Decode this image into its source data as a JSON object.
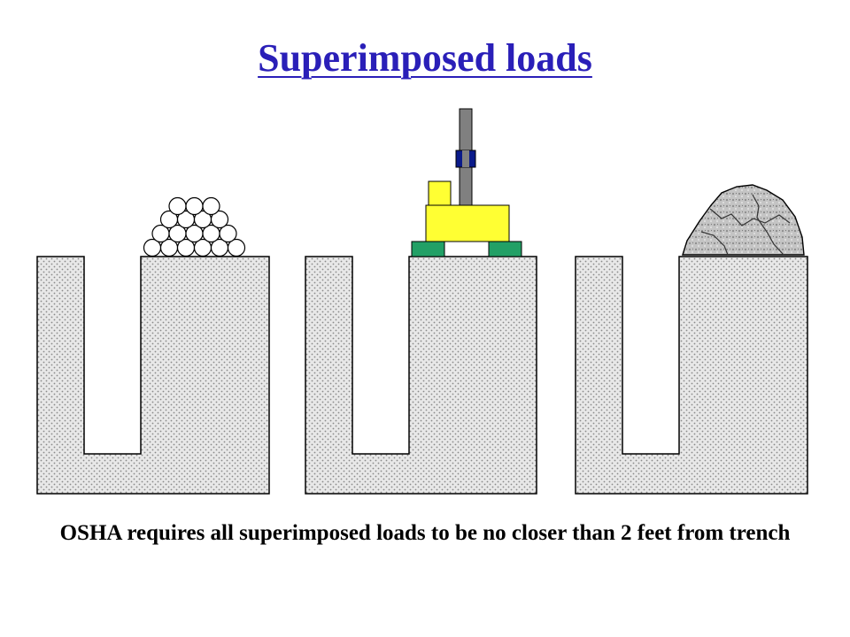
{
  "slide": {
    "title": "Superimposed loads",
    "caption": "OSHA requires all superimposed loads to be no closer than 2 feet from trench"
  },
  "colors": {
    "title": "#2a1fb8",
    "soil_fill": "#e8e8e8",
    "soil_dots": "#8a8a8a",
    "outline": "#000000",
    "pipe_fill": "#ffffff",
    "machine_body": "#ffff33",
    "machine_tracks": "#22a066",
    "boom": "#808080",
    "boom_clamp": "#0a1a8a",
    "rock_fill": "#c4c4c4",
    "rock_crack": "#333333"
  },
  "panels": [
    {
      "name": "trench-pipes",
      "load": "pipe-stack-icon"
    },
    {
      "name": "trench-machine",
      "load": "excavator-icon"
    },
    {
      "name": "trench-spoil",
      "load": "spoil-pile-icon"
    }
  ]
}
